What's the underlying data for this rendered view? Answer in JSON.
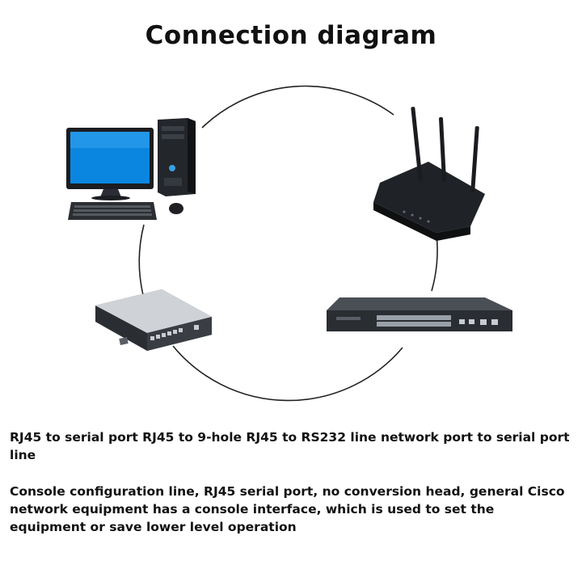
{
  "title": "Connection diagram",
  "devices": [
    {
      "name": "computer-icon"
    },
    {
      "name": "wireless-router-icon"
    },
    {
      "name": "small-business-router-icon"
    },
    {
      "name": "network-switch-icon"
    }
  ],
  "description": {
    "line1": "RJ45 to serial port RJ45 to 9-hole RJ45 to RS232 line network port to serial port line",
    "line2": "Console configuration line, RJ45 serial port, no conversion head, general Cisco network equipment has a console interface, which is used to set the equipment or save lower level operation"
  },
  "colors": {
    "monitor_screen": "#0a86e0",
    "device_dark": "#2a2d33",
    "device_light": "#cfd3d8",
    "circle": "#222222"
  }
}
